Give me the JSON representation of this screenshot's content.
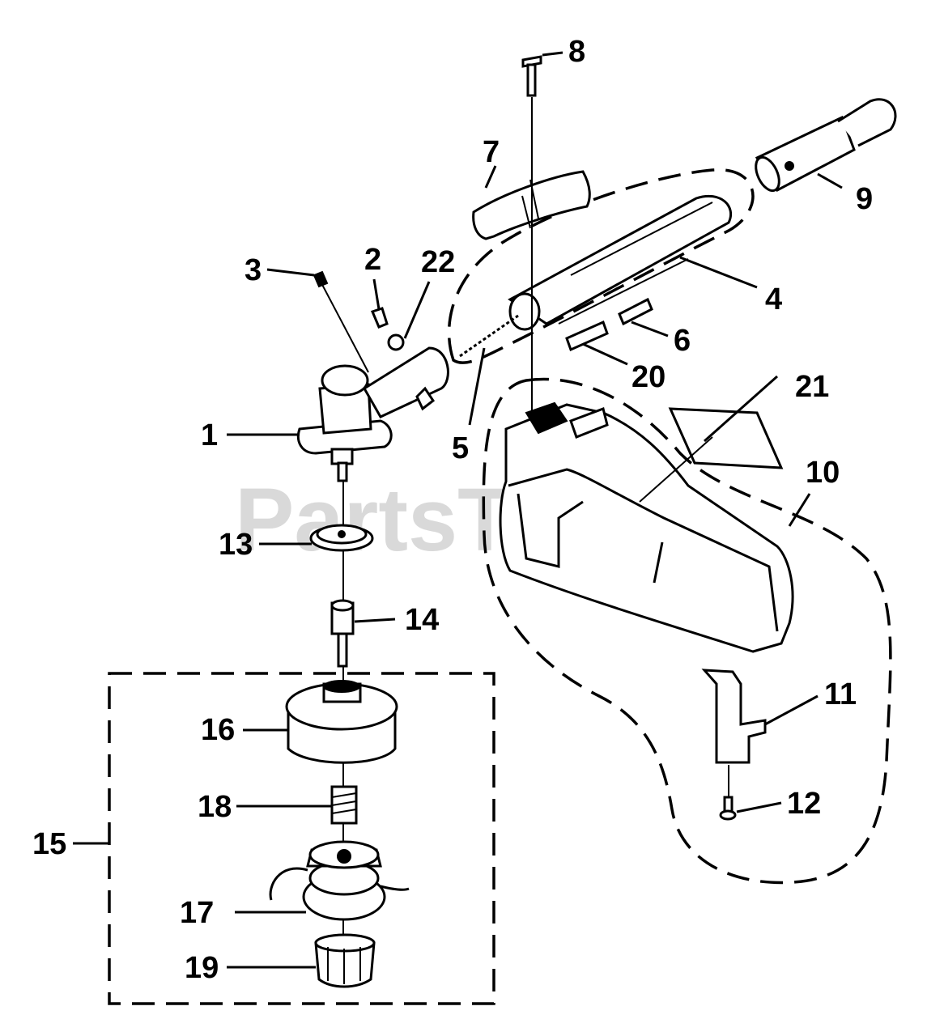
{
  "watermark": "PartsTree",
  "labels": {
    "p1": "1",
    "p2": "2",
    "p3": "3",
    "p4": "4",
    "p5": "5",
    "p6": "6",
    "p7": "7",
    "p8": "8",
    "p9": "9",
    "p10": "10",
    "p11": "11",
    "p12": "12",
    "p13": "13",
    "p14": "14",
    "p15": "15",
    "p16": "16",
    "p17": "17",
    "p18": "18",
    "p19": "19",
    "p20": "20",
    "p21": "21",
    "p22": "22"
  }
}
